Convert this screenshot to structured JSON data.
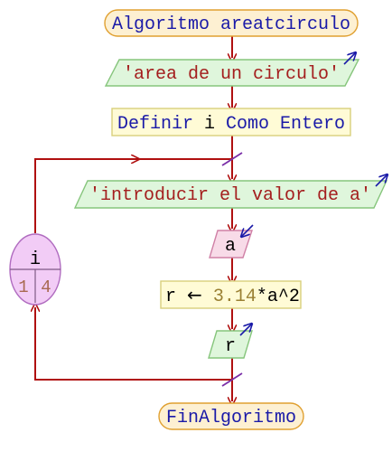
{
  "colors": {
    "connector": "#b01010",
    "terminal_fill": "#fdf0d2",
    "terminal_stroke": "#e0a030",
    "io_fill": "#dff6dc",
    "io_stroke": "#86c57c",
    "process_fill": "#fffbd6",
    "process_stroke": "#d8cf7c",
    "read_fill": "#f8dbe8",
    "read_stroke": "#d080a6",
    "loop_fill": "#f2ccf6",
    "loop_stroke": "#b06cc0",
    "keyword": "#1a1aa8",
    "string": "#a41e1e",
    "number": "#9a8033",
    "io_arrow": "#1a1aa8",
    "break_mark": "#7a2fa8"
  },
  "flowchart": {
    "start": "Algoritmo areatcirculo",
    "write1": "'area de un circulo'",
    "define": {
      "keyword": "Definir",
      "var": "i",
      "keyword2": "Como",
      "type": "Entero"
    },
    "loop": {
      "var": "i",
      "from": "1",
      "to": "4"
    },
    "write2": "'introducir el valor de a'",
    "read": "a",
    "assign": {
      "target": "r",
      "op": "←",
      "value": "3.14",
      "rest": "*a^2"
    },
    "write3": "r",
    "end": "FinAlgoritmo"
  }
}
